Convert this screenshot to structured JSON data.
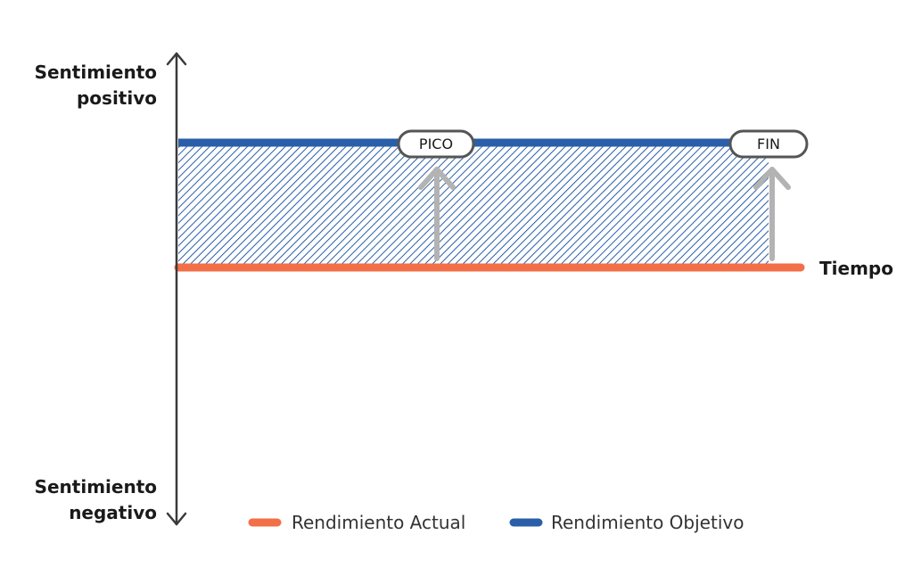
{
  "axis": {
    "y_top_line1": "Sentimiento",
    "y_top_line2": "positivo",
    "y_bottom_line1": "Sentimiento",
    "y_bottom_line2": "negativo",
    "x_label": "Tiempo"
  },
  "markers": {
    "peak": "PICO",
    "end": "FIN"
  },
  "legend": {
    "actual": "Rendimiento Actual",
    "target": "Rendimiento Objetivo"
  },
  "colors": {
    "actual": "#f26f48",
    "target": "#2a5ea8",
    "arrow": "#b3b3b3",
    "axis": "#3a3a3a"
  }
}
